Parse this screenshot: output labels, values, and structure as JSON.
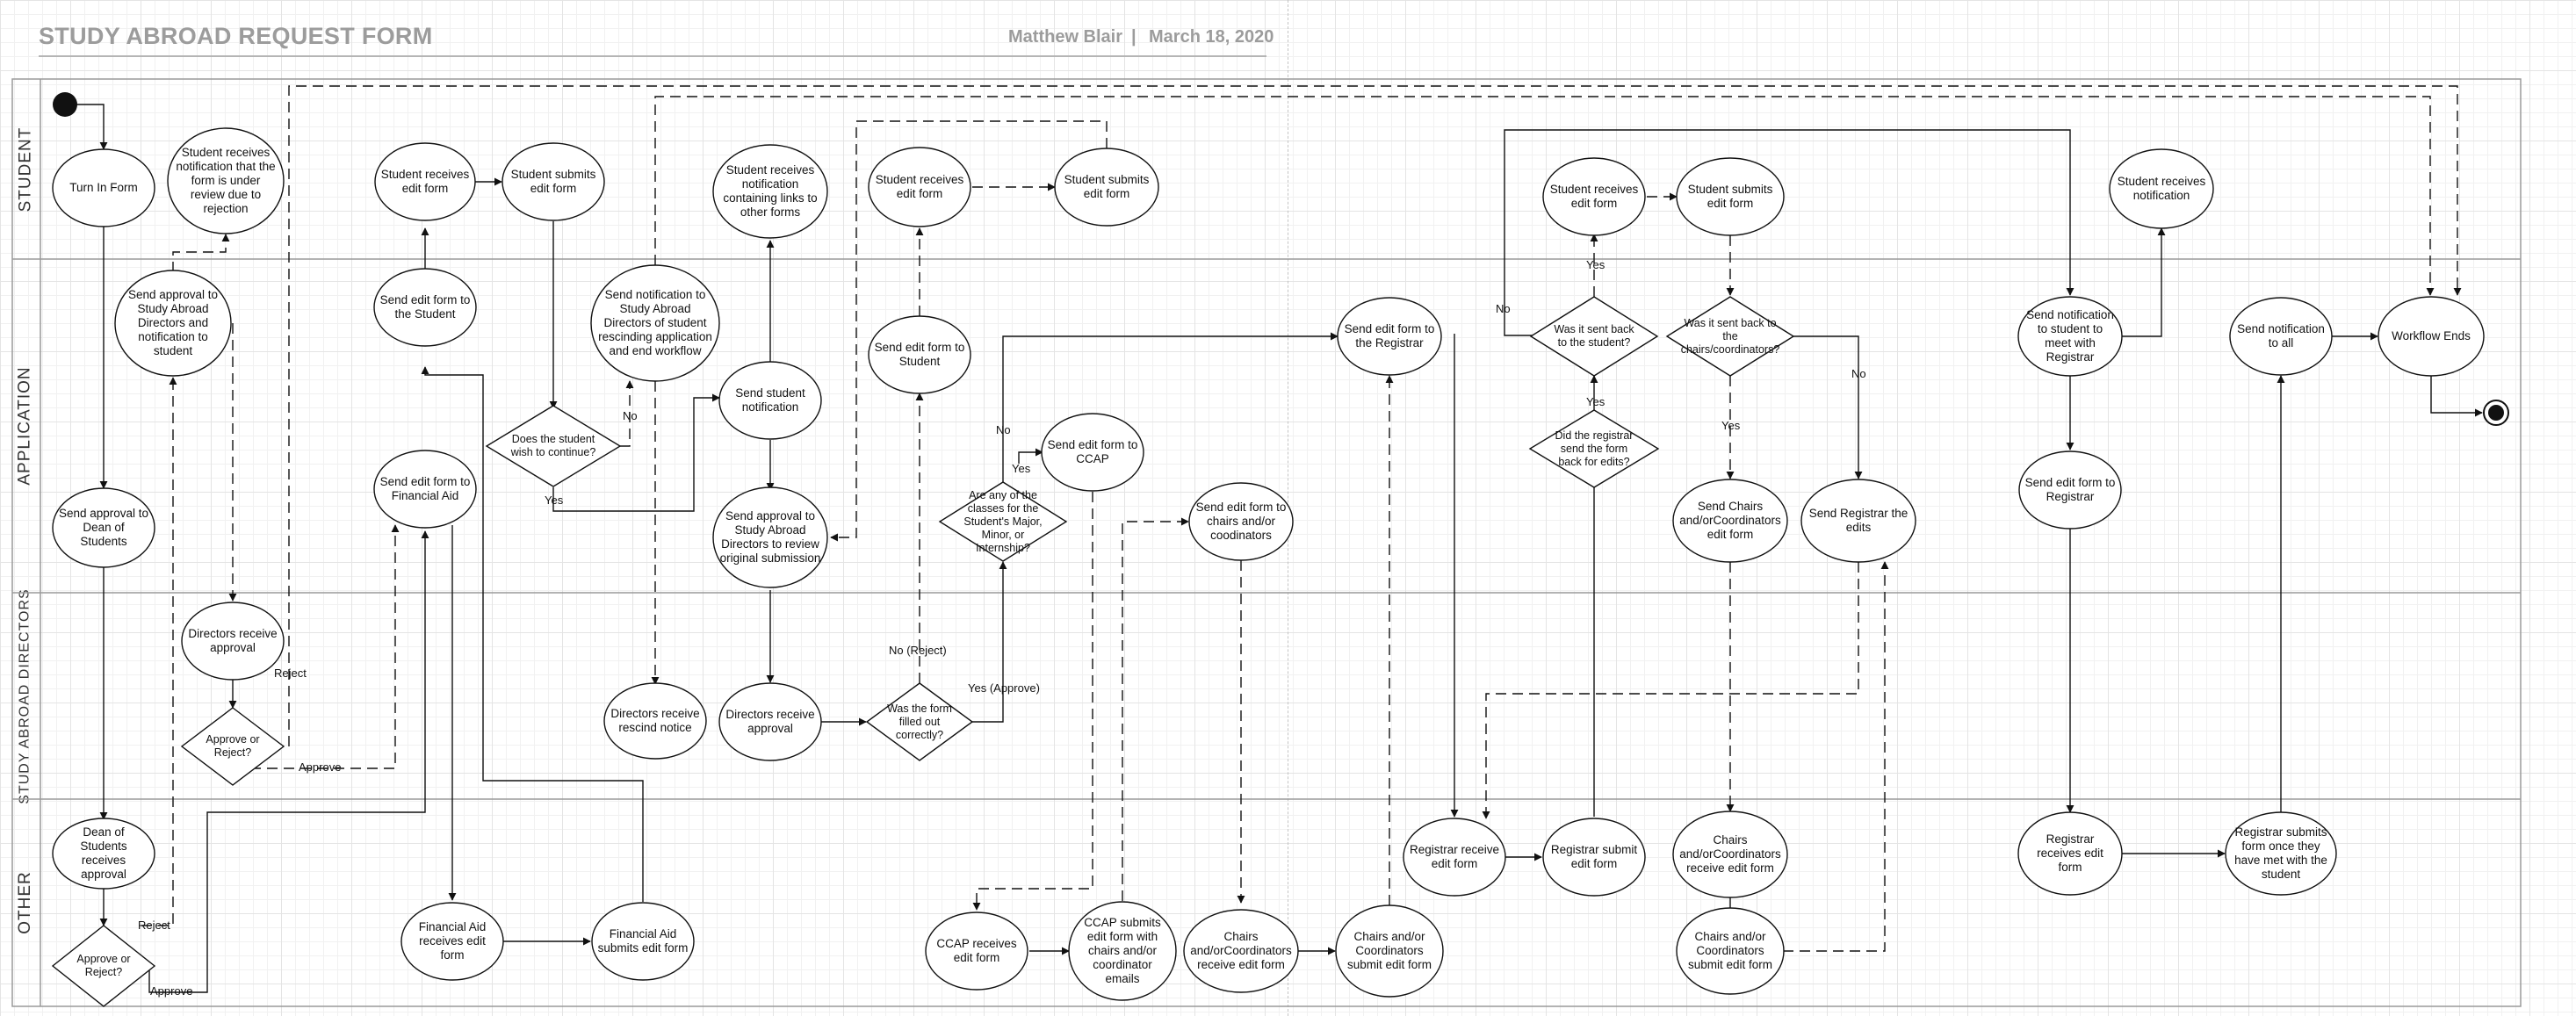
{
  "header": {
    "title": "STUDY ABROAD REQUEST FORM",
    "author": "Matthew Blair",
    "separator": "|",
    "date": "March 18, 2020"
  },
  "lanes": {
    "student": "STUDENT",
    "application": "APPLICATION",
    "directors": "STUDY ABROAD DIRECTORS",
    "other": "OTHER"
  },
  "nodes": {
    "turn_in_form": "Turn In Form",
    "send_approval_dean": "Send approval to Dean of Students",
    "dean_receives": "Dean of Students receives approval",
    "dean_decision": "Approve or Reject?",
    "notify_under_review": "Student receives notification that the form is under review due to rejection",
    "send_approval_directors": "Send approval to Study Abroad Directors and notification to student",
    "directors_receive_approval_1": "Directors receive approval",
    "directors_decision": "Approve or Reject?",
    "student_receives_edit_1": "Student receives edit form",
    "student_submits_edit_1": "Student submits edit form",
    "send_edit_student_1": "Send edit form to the Student",
    "send_edit_financial_aid": "Send edit form to Financial Aid",
    "financial_aid_receives": "Financial Aid receives edit form",
    "financial_aid_submits": "Financial Aid submits edit form",
    "continue_decision": "Does the student wish to continue?",
    "send_rescind_notice": "Send notification to Study Abroad Directors of student rescinding application and end workflow",
    "directors_receive_rescind": "Directors receive rescind notice",
    "student_notification_links": "Student receives notification containing links to other forms",
    "send_student_notification": "Send student notification",
    "send_review_original": "Send approval to Study Abroad Directors to review original submission",
    "directors_receive_approval_2": "Directors receive approval",
    "filled_correctly": "Was the form filled out correctly?",
    "student_receives_edit_2": "Student receives edit form",
    "student_submits_edit_2": "Student submits edit form",
    "send_edit_student_2": "Send edit form to Student",
    "classes_decision": "Are any of the classes for the Student's Major, Minor, or Internship?",
    "send_edit_ccap": "Send edit form to CCAP",
    "ccap_receives": "CCAP receives edit form",
    "ccap_submits": "CCAP submits edit form with chairs and/or coordinator emails",
    "send_edit_chairs": "Send edit form to chairs and/or coodinators",
    "chairs_receive_1": "Chairs and/orCoordinators receive edit form",
    "chairs_submit_1": "Chairs and/or Coordinators submit edit form",
    "send_edit_registrar_1": "Send edit form to the Registrar",
    "registrar_receives_1": "Registrar receive edit form",
    "registrar_submit_1": "Registrar submit edit form",
    "registrar_sent_back": "Did the registrar send the form back for edits?",
    "sent_back_student": "Was it sent back to the student?",
    "student_receives_edit_3": "Student receives edit form",
    "student_submits_edit_3": "Student submits edit form",
    "sent_back_chairs": "Was it sent back to the chairs/coordinators?",
    "send_chairs_edit": "Send Chairs and/orCoordinators edit form",
    "chairs_receive_2": "Chairs and/orCoordinators receive edit form",
    "chairs_submit_2": "Chairs and/or Coordinators submit edit form",
    "send_registrar_edits": "Send Registrar the edits",
    "student_receives_notification": "Student receives notification",
    "send_meet_registrar": "Send notification to student to meet with Registrar",
    "send_edit_registrar_2": "Send edit form to Registrar",
    "registrar_receives_2": "Registrar receives edit form",
    "registrar_submits_2": "Registrar submits form once they have met with the student",
    "send_notification_all": "Send notification to all",
    "workflow_ends": "Workflow Ends"
  },
  "edge_labels": {
    "reject_dean": "Reject",
    "approve_dean": "Approve",
    "reject_directors": "Reject",
    "approve_directors": "Approve",
    "continue_no": "No",
    "continue_yes": "Yes",
    "filled_no": "No (Reject)",
    "filled_yes": "Yes (Approve)",
    "classes_no": "No",
    "classes_yes": "Yes",
    "registrar_yes": "Yes",
    "student_yes": "Yes",
    "student_no": "No",
    "chairs_yes": "Yes",
    "chairs_no": "No"
  },
  "colors": {
    "line": "#111111",
    "lane_border": "#9a9a9a",
    "header_text": "#9c9c9c"
  }
}
